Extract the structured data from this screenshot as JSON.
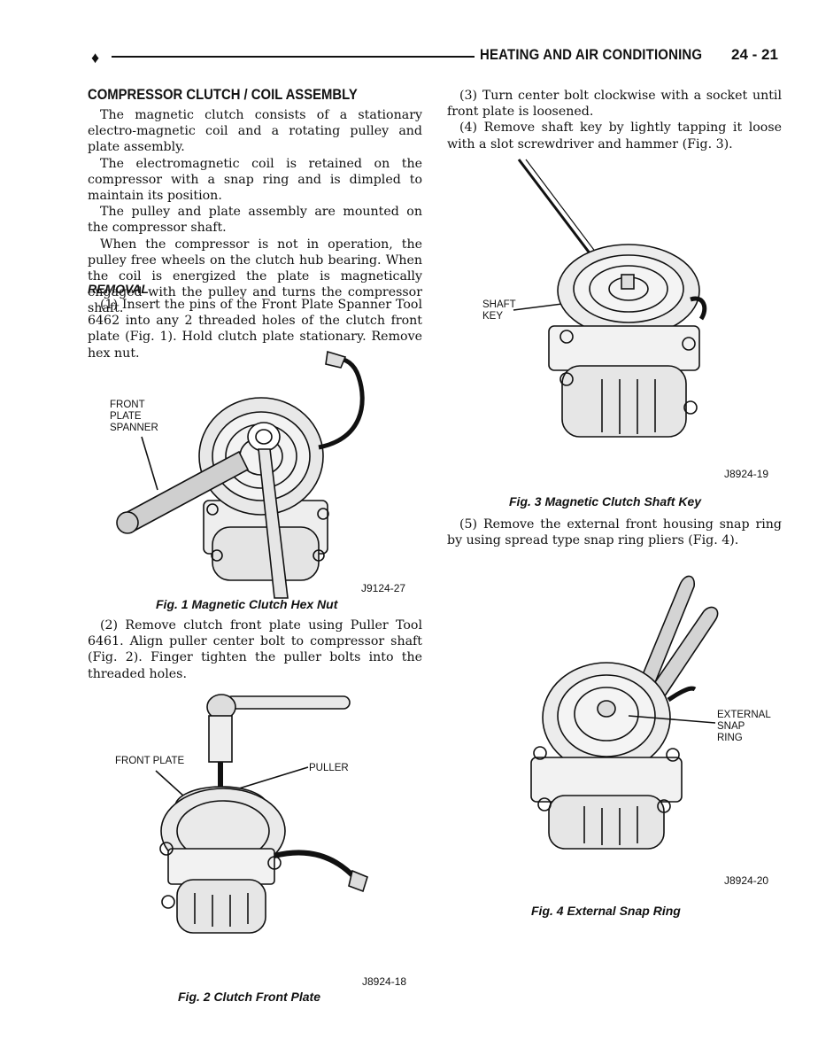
{
  "header": {
    "diamond": "♦",
    "title": "HEATING AND AIR CONDITIONING",
    "page_number": "24 - 21"
  },
  "left_column": {
    "section_title": "COMPRESSOR CLUTCH / COIL ASSEMBLY",
    "paragraphs": [
      "The magnetic clutch consists of a stationary electro-magnetic coil and a rotating pulley and plate assembly.",
      "The electromagnetic coil is retained on the compressor with a snap ring and is dimpled to maintain its position.",
      "The pulley and plate assembly are mounted on the compressor shaft.",
      "When the compressor is not in operation, the pulley free wheels on the clutch hub bearing. When the coil is energized the plate is magnetically engaged with the pulley and turns the compressor shaft."
    ],
    "removal_heading": "REMOVAL",
    "step1": "(1) Insert the pins of the Front Plate Spanner Tool 6462 into any 2 threaded holes of the clutch front plate (Fig. 1). Hold clutch plate stationary. Remove hex nut.",
    "fig1": {
      "label_lines": [
        "FRONT",
        "PLATE",
        "SPANNER"
      ],
      "id": "J9124-27",
      "caption": "Fig. 1 Magnetic Clutch Hex Nut"
    },
    "step2": "(2) Remove clutch front plate using Puller Tool 6461. Align puller center bolt to compressor shaft (Fig. 2). Finger tighten the puller bolts into the threaded holes.",
    "fig2": {
      "label_front_plate": "FRONT PLATE",
      "label_puller": "PULLER",
      "id": "J8924-18",
      "caption": "Fig. 2 Clutch Front Plate"
    }
  },
  "right_column": {
    "step3": "(3) Turn center bolt clockwise with a socket until front plate is loosened.",
    "step4": "(4) Remove shaft key by lightly tapping it loose with a slot screwdriver and hammer (Fig. 3).",
    "fig3": {
      "label_lines": [
        "SHAFT",
        "KEY"
      ],
      "id": "J8924-19",
      "caption": "Fig. 3 Magnetic Clutch Shaft Key"
    },
    "step5": "(5) Remove the external front housing snap ring by using spread type snap ring pliers (Fig. 4).",
    "fig4": {
      "label_lines": [
        "EXTERNAL",
        "SNAP",
        "RING"
      ],
      "id": "J8924-20",
      "caption": "Fig. 4 External Snap Ring"
    }
  }
}
